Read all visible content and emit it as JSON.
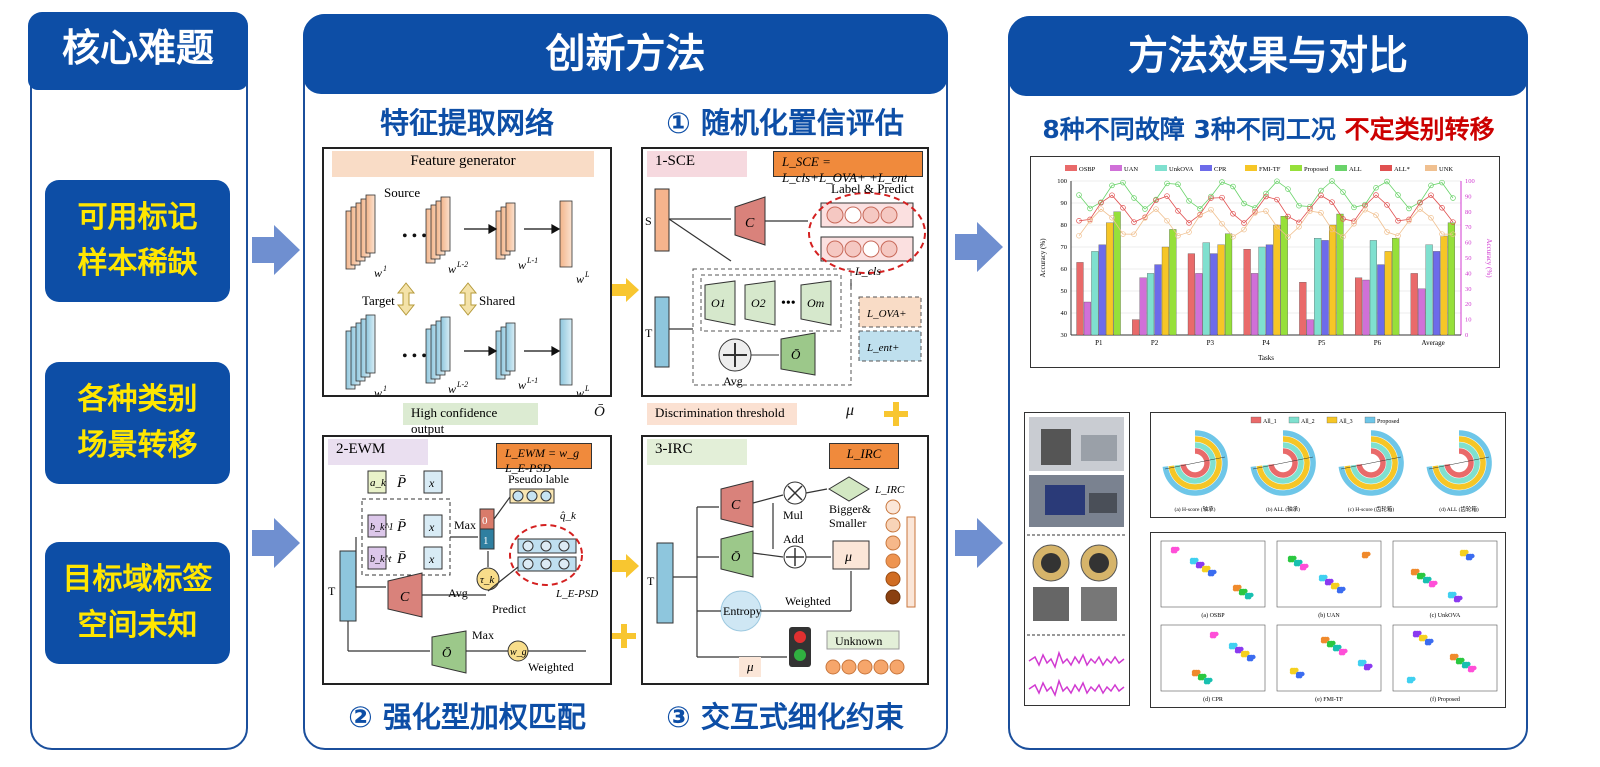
{
  "left": {
    "title": "核心难题",
    "items": [
      "可用标记\n样本稀缺",
      "各种类别\n场景转移",
      "目标域标签\n空间未知"
    ]
  },
  "middle": {
    "title": "创新方法",
    "sub_feature": "特征提取网络",
    "sub_sce": "① 随机化置信评估",
    "sub_ewm": "② 强化型加权匹配",
    "sub_irc": "③ 交互式细化约束",
    "fg": {
      "title": "Feature generator",
      "source": "Source",
      "target": "Target",
      "shared": "Shared",
      "w1": "w",
      "w1_sup": "1",
      "w2": "w",
      "w2_sup": "L-2",
      "w3": "w",
      "w3_sup": "L-1",
      "w4": "w",
      "w4_sup": "L"
    },
    "sce": {
      "title": "1-SCE",
      "formula": "L_SCE = L_cls+L_OVA+ +L_ent",
      "label_predict": "Label & Predict",
      "s": "S",
      "t": "T",
      "c": "C",
      "o1": "O1",
      "o2": "O2",
      "om": "Om",
      "obar": "Ō",
      "avg": "Avg",
      "lcls": "L_cls",
      "lova": "L_OVA+",
      "lent": "L_ent+"
    },
    "mid_row": {
      "high_conf": "High confidence output",
      "obar": "Ō",
      "disc": "Discrimination threshold",
      "mu": "μ"
    },
    "ewm": {
      "title": "2-EWM",
      "formula": "L_EWM = w_g L_E-PSD",
      "a": "a_k",
      "b1": "b_k^1",
      "bt": "b_k^t",
      "pbar": "P̄",
      "x": "x",
      "max": "Max",
      "avg": "Avg",
      "pseudo": "Pseudo lable",
      "qhat": "q̂_k",
      "predict": "Predict",
      "lepsd": "L_E-PSD",
      "tau": "τ_k",
      "wg": "w_g",
      "weighted": "Weighted",
      "t": "T",
      "c": "C",
      "obar": "Ō",
      "zero": "0",
      "one": "1"
    },
    "irc": {
      "title": "3-IRC",
      "lirc_box": "L_IRC",
      "lirc": "L_IRC",
      "mul": "Mul",
      "add": "Add",
      "bigger": "Bigger&\nSmaller",
      "entropy": "Entropy",
      "weighted": "Weighted",
      "unknown": "Unknown",
      "t": "T",
      "c": "C",
      "obar": "Ō",
      "mu": "μ"
    }
  },
  "right": {
    "title": "方法效果与对比",
    "subtitle_blue": "8种不同故障 3种不同工况",
    "subtitle_red": "不定类别转移",
    "bar_chart_legend": [
      "OSBP",
      "UAN",
      "UnkOVA",
      "CPR",
      "FMI-TF",
      "Proposed",
      "ALL",
      "ALL*",
      "UNK"
    ],
    "radar_legend": [
      "All_1",
      "All_2",
      "All_3",
      "Proposed"
    ],
    "radar_captions": [
      "(a) H-score (轴承)",
      "(b) ALL (轴承)",
      "(c) H-score (齿轮箱)",
      "(d) ALL (齿轮箱)"
    ],
    "tsne_captions": [
      "(a) OSBP",
      "(b) UAN",
      "(c) UnkOVA",
      "(d) CPR",
      "(e) FMI-TF",
      "(f) Proposed"
    ]
  },
  "colors": {
    "primary": "#0d4ea6",
    "accent_yellow": "#ffe600",
    "accent_red": "#cc0000",
    "orange_tag": "#f08a3c"
  },
  "chart_data": {
    "type": "bar",
    "title": "",
    "xlabel": "Tasks",
    "ylabel": "Accuracy (%)",
    "y2label": "Accuracy (%)",
    "ylim": [
      30,
      100
    ],
    "y2lim": [
      0,
      100
    ],
    "categories": [
      "P1",
      "P2",
      "P3",
      "P4",
      "P5",
      "P6",
      "Average"
    ],
    "series": [
      {
        "name": "OSBP",
        "color": "#e96a6a",
        "values": [
          63,
          37,
          67,
          69,
          54,
          56,
          58
        ]
      },
      {
        "name": "UAN",
        "color": "#d070d8",
        "values": [
          45,
          56,
          58,
          58,
          37,
          55,
          51
        ]
      },
      {
        "name": "UnkOVA",
        "color": "#7fe0cf",
        "values": [
          68,
          58,
          72,
          70,
          74,
          73,
          71
        ]
      },
      {
        "name": "CPR",
        "color": "#6d6bea",
        "values": [
          71,
          62,
          67,
          71,
          73,
          62,
          68
        ]
      },
      {
        "name": "FMI-TF",
        "color": "#f6c626",
        "values": [
          81,
          70,
          71,
          80,
          80,
          68,
          75
        ]
      },
      {
        "name": "Proposed",
        "color": "#96e03a",
        "values": [
          86,
          78,
          76,
          84,
          85,
          74,
          81
        ]
      }
    ],
    "line_series_visible": [
      "ALL",
      "ALL*",
      "UNK"
    ]
  }
}
